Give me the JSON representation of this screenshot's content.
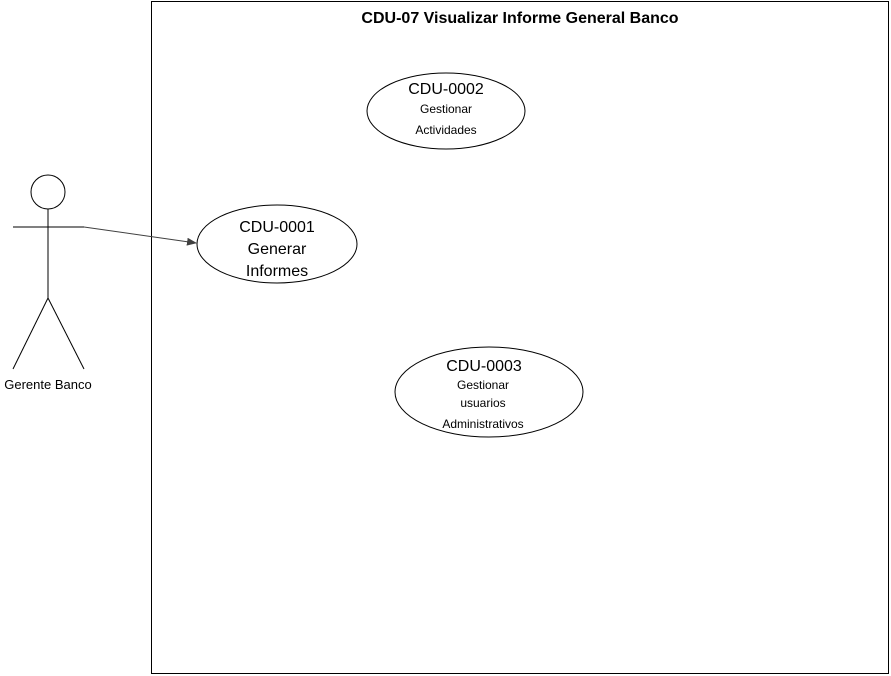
{
  "system": {
    "title": "CDU-07 Visualizar Informe General Banco"
  },
  "actor": {
    "name": "Gerente Banco"
  },
  "use_cases": [
    {
      "id": "CDU-0002",
      "lines": [
        "Gestionar",
        "Actividades"
      ]
    },
    {
      "id": "CDU-0001",
      "lines": [
        "Generar",
        "Informes"
      ]
    },
    {
      "id": "CDU-0003",
      "lines": [
        "Gestionar",
        "usuarios",
        "Administrativos"
      ]
    }
  ],
  "colors": {
    "stroke": "#000000",
    "background": "#ffffff",
    "association": "#404040"
  }
}
